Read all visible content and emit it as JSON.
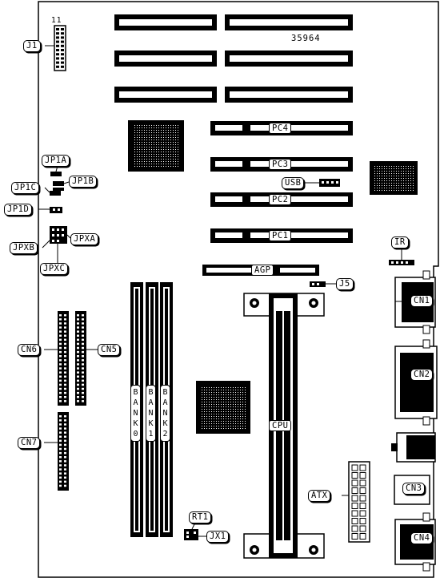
{
  "board_number": "35964",
  "pin_marker": "11",
  "labels": {
    "j1": "J1",
    "jp1a": "JP1A",
    "jp1b": "JP1B",
    "jp1c": "JP1C",
    "jp1d": "JP1D",
    "jpxa": "JPXA",
    "jpxb": "JPXB",
    "jpxc": "JPXC",
    "pc4": "PC4",
    "pc3": "PC3",
    "pc2": "PC2",
    "pc1": "PC1",
    "usb": "USB",
    "agp": "AGP",
    "j5": "J5",
    "ir": "IR",
    "cn1": "CN1",
    "cn2": "CN2",
    "cn3": "CN3",
    "cn4": "CN4",
    "cn5": "CN5",
    "cn6": "CN6",
    "cn7": "CN7",
    "cpu": "CPU",
    "atx": "ATX",
    "rt1": "RT1",
    "jx1": "JX1",
    "bank0": "BANK0",
    "bank1": "BANK1",
    "bank2": "BANK2"
  }
}
